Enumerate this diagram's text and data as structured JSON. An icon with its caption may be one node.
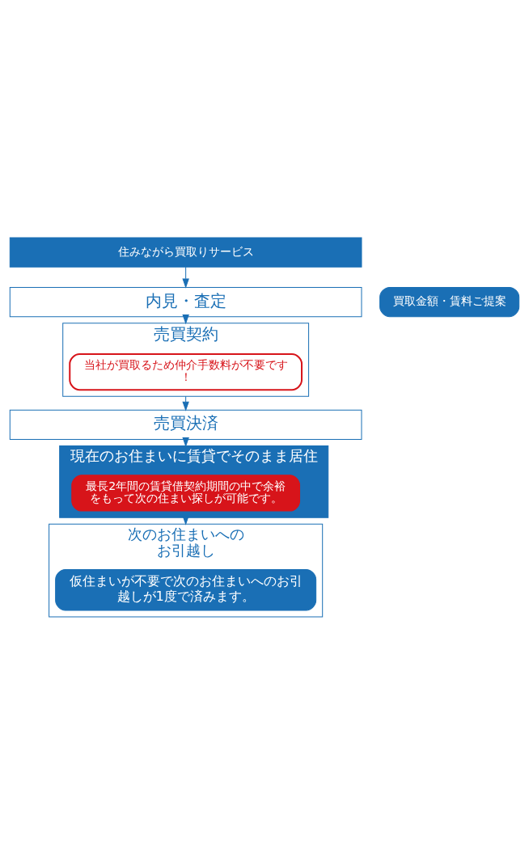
{
  "diagram": {
    "nodes": [
      {
        "text": [
          "住みながら買取りサービス"
        ]
      },
      {
        "text": [
          "内見・査定"
        ]
      },
      {
        "text": [
          "買取金額・賃料ご提案"
        ]
      },
      {
        "text": [
          "売買契約"
        ]
      },
      {
        "text": [
          "当社が買取るため仲介手数料が不要です！"
        ],
        "in": 3
      },
      {
        "text": [
          "売買決済"
        ]
      },
      {
        "text": [
          "現在のお住まいに賃貸でそのまま居住"
        ]
      },
      {
        "text": [
          "最長2年間の賃貸借契約期間の中で余裕をもって次の住まい探しが可能です。"
        ],
        "in": 6
      },
      {
        "text": [
          "次のお住まいへの",
          "お引越し"
        ]
      },
      {
        "text": [
          "仮住まいが不要で次のお住まいへのお引越しが1度で済みます。"
        ],
        "in": 8
      }
    ],
    "edges": [
      {
        "from": 0,
        "to": 1,
        "arrow": "to"
      },
      {
        "from": 1,
        "to": 3,
        "arrow": "to"
      },
      {
        "from": 3,
        "to": 5,
        "arrow": "to"
      },
      {
        "from": 5,
        "to": 6,
        "arrow": "to"
      },
      {
        "from": 6,
        "to": 8,
        "arrow": "to"
      }
    ]
  }
}
